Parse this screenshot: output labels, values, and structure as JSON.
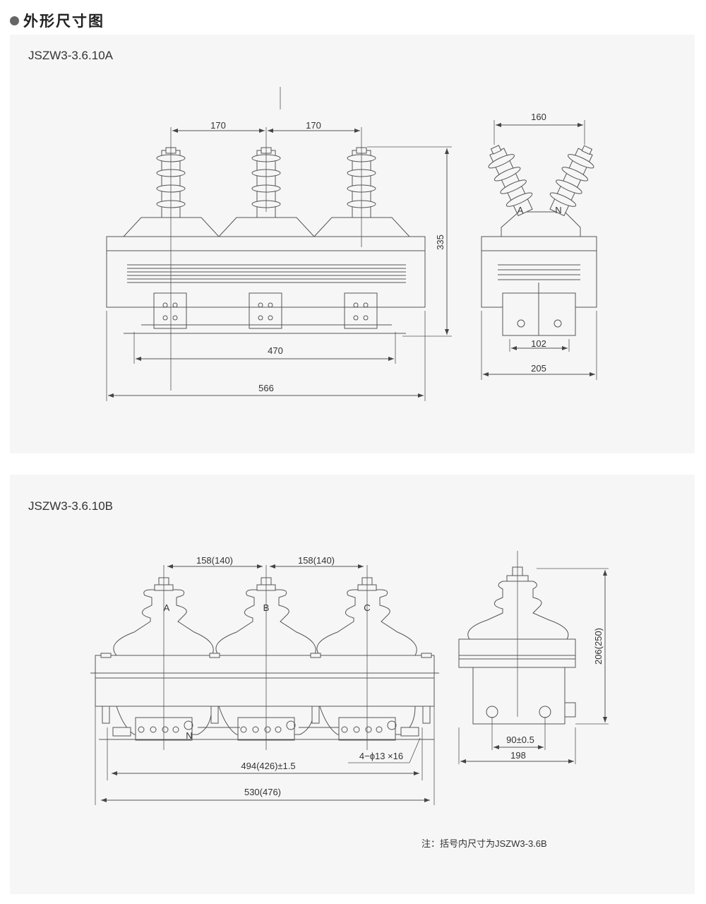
{
  "heading": "外形尺寸图",
  "panels": [
    {
      "model": "JSZW3-3.6.10A",
      "front": {
        "dims": {
          "pitch_left": "170",
          "pitch_right": "170",
          "height": "335",
          "mount": "470",
          "length": "566"
        }
      },
      "side": {
        "dims": {
          "top": "160",
          "mount": "102",
          "width": "205"
        },
        "labels": {
          "a": "A",
          "n": "N"
        }
      }
    },
    {
      "model": "JSZW3-3.6.10B",
      "front": {
        "dims": {
          "pitch_left": "158(140)",
          "pitch_right": "158(140)",
          "mount": "494(426)±1.5",
          "length": "530(476)",
          "holes": "4−ϕ13 ×16"
        },
        "labels": {
          "a": "A",
          "b": "B",
          "c": "C",
          "n": "N"
        }
      },
      "side": {
        "dims": {
          "height": "206(250)",
          "mount": "90±0.5",
          "width": "198"
        }
      }
    }
  ],
  "note": "注：括号内尺寸为JSZW3-3.6B"
}
